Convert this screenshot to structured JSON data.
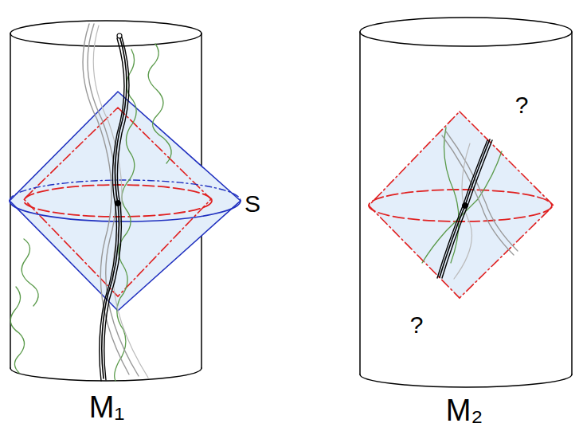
{
  "diagram": {
    "labels": [
      "S",
      "?",
      "?",
      "M₁",
      "M₂"
    ]
  }
}
